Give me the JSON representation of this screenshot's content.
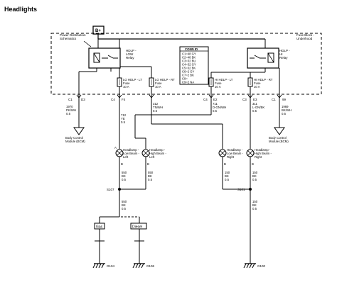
{
  "title": "Headlights",
  "header_box": "B+",
  "fuse_block_label": [
    "Fuse Block -",
    "Underhood"
  ],
  "pd_label": [
    "Power Distribution",
    "Schematics"
  ],
  "relay_low": [
    "HDLP -",
    "LOW",
    "Relay"
  ],
  "relay_high": [
    "HDLP -",
    "HI",
    "Relay"
  ],
  "conn_title": "CONN ID",
  "conn_items": [
    "C1=48 GY",
    "C2=48 BK",
    "C3=32 BU",
    "C4=32 GY",
    "C5=32 BK",
    "C6=2 GY",
    "C7=2 BK",
    "C8=",
    "C9=2 NA"
  ],
  "fuses": {
    "lo_lt": [
      "LO HDLP - LT",
      "Fuse",
      "10 A"
    ],
    "lo_rt": [
      "LO HDLP - RT",
      "Fuse",
      "10 A"
    ],
    "hi_lt": [
      "HI HDLP - LT",
      "Fuse",
      "10 A"
    ],
    "hi_rt": [
      "HI HDLP - RT",
      "Fuse",
      "10 A"
    ]
  },
  "conn_labels": {
    "c1_left": "C1",
    "d3": "D3",
    "c4": "C4",
    "f4": "F4",
    "c4_right": "C4",
    "e2": "E2",
    "c3": "C3",
    "e3": "E3",
    "c1_right": "C1",
    "pin_99": "99"
  },
  "wires": {
    "w_1970": [
      "1970",
      "PK/WH",
      "0.5"
    ],
    "w_712": [
      "712",
      "YE",
      "0.5"
    ],
    "w_312": [
      "312",
      "TN/WH",
      "0.5"
    ],
    "w_711": [
      "711",
      "D-GN/WH",
      "0.5"
    ],
    "w_311": [
      "311",
      "L-GN/BK",
      "0.5"
    ],
    "w_1969": [
      "1969",
      "BK/WH",
      "0.5"
    ],
    "w_550a": [
      "550",
      "BK",
      "0.5"
    ],
    "w_550b": [
      "550",
      "BK",
      "0.5"
    ],
    "w_150a": [
      "150",
      "BK",
      "0.5"
    ],
    "w_150b": [
      "150",
      "BK",
      "0.5"
    ],
    "w_550c": [
      "550",
      "BK",
      "0.5"
    ],
    "w_150c": [
      "150",
      "BK",
      "0.5"
    ]
  },
  "bcm_left": [
    "Body Control",
    "Module (BCM)"
  ],
  "bcm_right": [
    "Body Control",
    "Module (BCM)"
  ],
  "lamps": {
    "lo_left": [
      "Headlamp -",
      "Low Beam -",
      "Left"
    ],
    "hi_left": [
      "Headlamp -",
      "High Beam -",
      "Left"
    ],
    "lo_right": [
      "Headlamp -",
      "Low Beam -",
      "Right"
    ],
    "hi_right": [
      "Headlamp -",
      "High Beam -",
      "Right"
    ]
  },
  "pin_a": "A",
  "pin_b": "B",
  "splices": {
    "left": "S107",
    "right": "S101"
  },
  "engine_options": {
    "gas": "Gas",
    "diesel": "Diesel"
  },
  "grounds": {
    "g104": "G104",
    "g106": "G106",
    "g100": "G100"
  }
}
